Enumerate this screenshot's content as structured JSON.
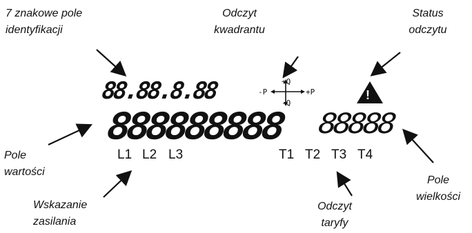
{
  "callouts": {
    "id_field": [
      "7 znakowe pole",
      "identyfikacji"
    ],
    "quadrant": [
      "Odczyt",
      "kwadrantu"
    ],
    "status": [
      "Status",
      "odczytu"
    ],
    "value_field": [
      "Pole",
      "wartości"
    ],
    "power": [
      "Wskazanie",
      "zasilania"
    ],
    "tariff": [
      "Odczyt",
      "taryfy"
    ],
    "unit_field": [
      "Pole",
      "wielkości"
    ]
  },
  "display": {
    "id_row": "88.88.8.88",
    "value_row": "888888888",
    "unit_row": "88888",
    "phases": [
      "L1",
      "L2",
      "L3"
    ],
    "tariffs": [
      "T1",
      "T2",
      "T3",
      "T4"
    ],
    "quadrant": {
      "plus_q": "+Q",
      "minus_q": "-Q",
      "minus_p": "-P",
      "plus_p": "+P"
    },
    "warning": "!"
  }
}
